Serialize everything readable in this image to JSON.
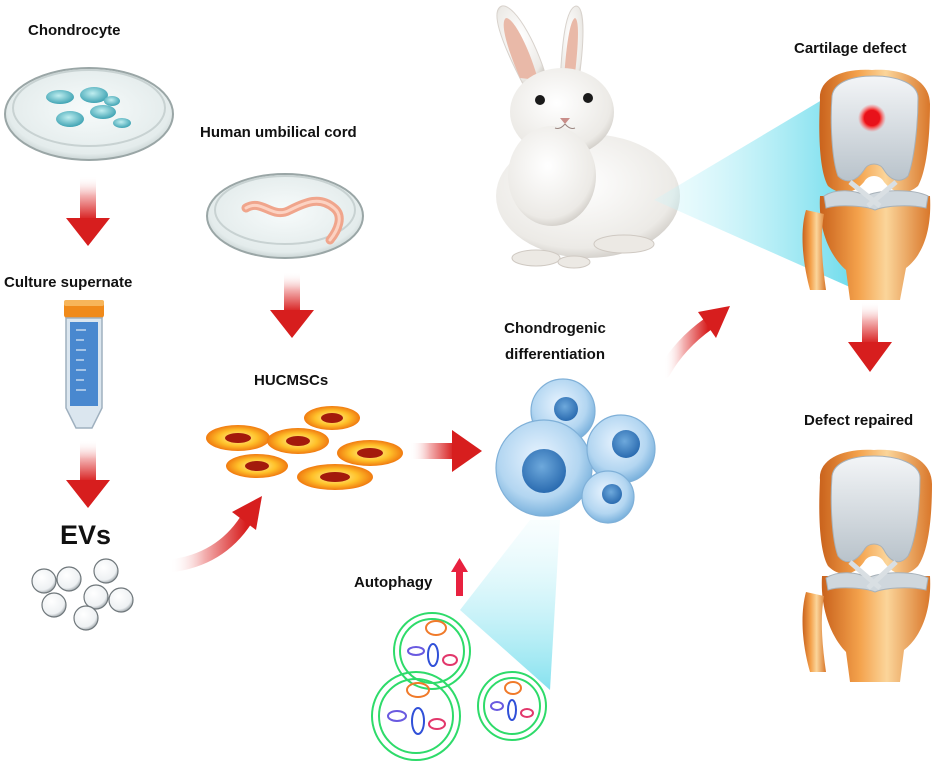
{
  "labels": {
    "chondrocyte": "Chondrocyte",
    "culture_supernate": "Culture supernate",
    "evs": "EVs",
    "human_umbilical_cord": "Human umbilical cord",
    "hucmscs": "HUCMSCs",
    "chondrogenic_line1": "Chondrogenic",
    "chondrogenic_line2": "differentiation",
    "autophagy": "Autophagy",
    "cartilage_defect": "Cartilage defect",
    "defect_repaired": "Defect repaired"
  },
  "colors": {
    "arrow_red": "#d71e1e",
    "defect_red": "#e8121a",
    "cyan_beam": "#7fe3f0",
    "autophagy_green": "#2edb6a"
  },
  "icons": [
    "petri-dish-icon",
    "centrifuge-tube-icon",
    "vesicle-icon",
    "stem-cell-icon",
    "rabbit-icon",
    "knee-joint-icon",
    "autophagosome-icon"
  ]
}
